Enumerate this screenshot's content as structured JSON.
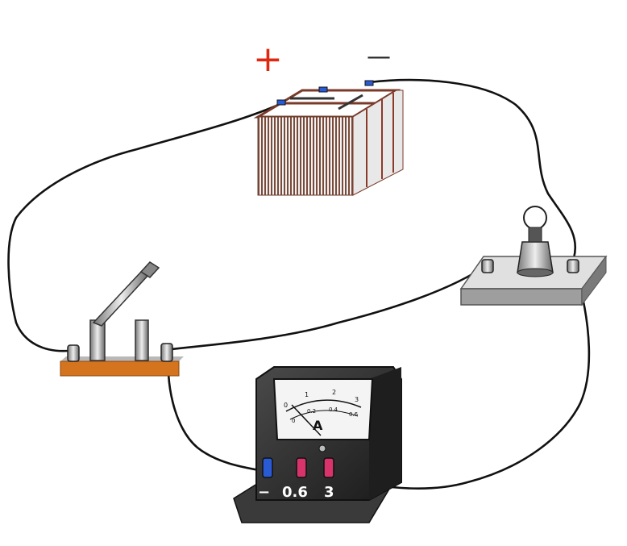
{
  "battery": {
    "plus_label": "+",
    "minus_label": "—"
  },
  "ammeter": {
    "unit_label": "A",
    "scale_top": [
      "0",
      "1",
      "2",
      "3"
    ],
    "scale_bottom": [
      "0",
      "0.2",
      "0.4",
      "0.6"
    ],
    "terminal_labels": [
      "−",
      "0.6",
      "3"
    ]
  },
  "colors": {
    "plus_sign": "#e02810",
    "wire": "#111111",
    "switch_base": "#d5741e",
    "terminal_blue": "#2a5bd7",
    "terminal_red": "#d8336a",
    "meter_body": "#2b2b2b"
  }
}
